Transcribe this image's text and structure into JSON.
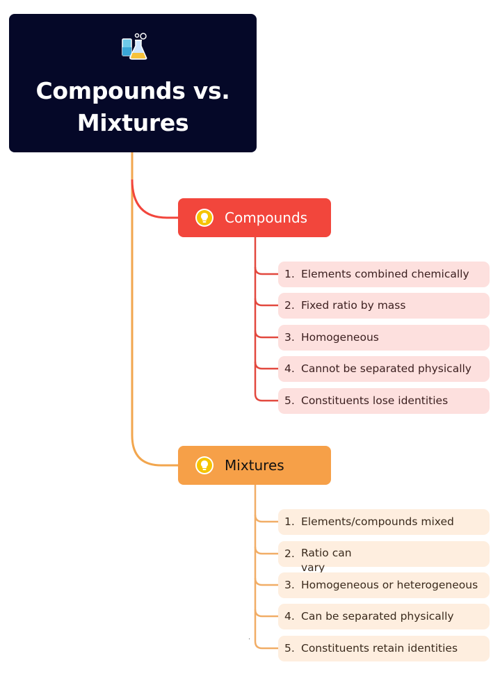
{
  "root": {
    "title_line1": "Compounds vs.",
    "title_line2": "Mixtures",
    "icon": "science-flask-icon"
  },
  "branches": [
    {
      "label": "Compounds",
      "icon": "lightbulb-icon",
      "color": "#f2463c",
      "leaf_color": "#fde0de",
      "items": [
        {
          "num": "1.",
          "text": "Elements combined chemically"
        },
        {
          "num": "2.",
          "text": "Fixed ratio by mass"
        },
        {
          "num": "3.",
          "text": "Homogeneous"
        },
        {
          "num": "4.",
          "text": "Cannot be separated physically"
        },
        {
          "num": "5.",
          "text": "Constituents lose identities"
        }
      ]
    },
    {
      "label": "Mixtures",
      "icon": "lightbulb-icon",
      "color": "#f6a048",
      "leaf_color": "#feeedf",
      "items": [
        {
          "num": "1.",
          "text": "Elements/compounds mixed"
        },
        {
          "num": "2.",
          "text": "Ratio can vary"
        },
        {
          "num": "3.",
          "text": "Homogeneous or heterogeneous"
        },
        {
          "num": "4.",
          "text": "Can be separated physically"
        },
        {
          "num": "5.",
          "text": "Constituents retain identities"
        }
      ]
    }
  ],
  "colors": {
    "root_bg": "#050828",
    "bulb": "#f5c400"
  }
}
